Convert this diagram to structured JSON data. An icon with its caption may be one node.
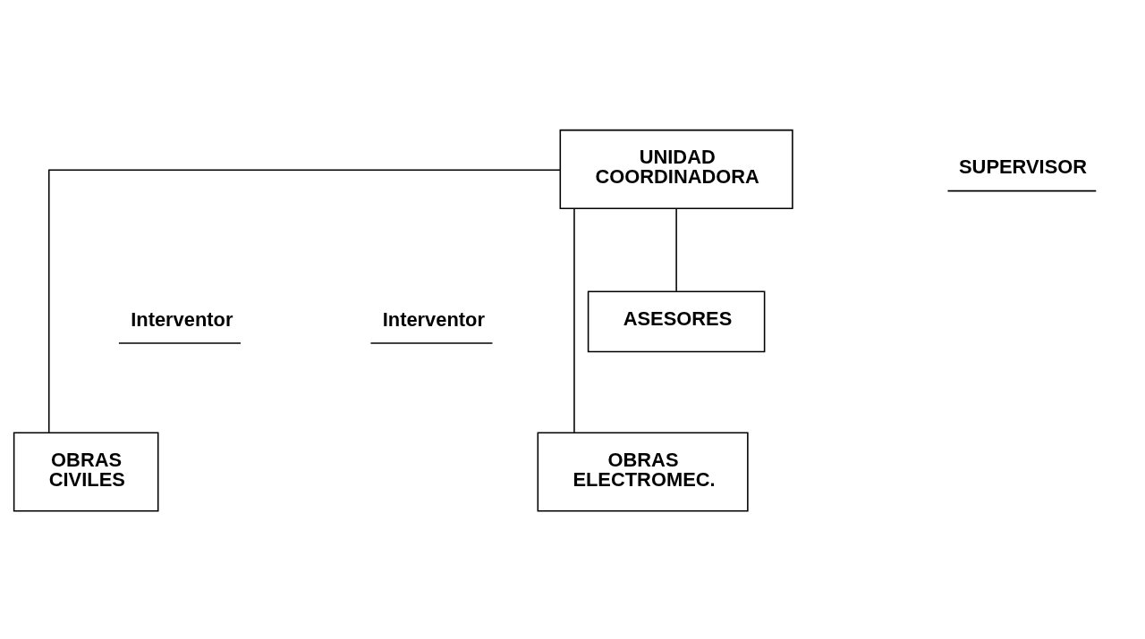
{
  "diagram": {
    "nodes": [
      {
        "text": [
          "UNIDAD COORDINADORA"
        ]
      },
      {
        "text": [
          "ASESORES"
        ]
      },
      {
        "text": [
          "OBRAS CIVILES"
        ]
      },
      {
        "text": [
          "OBRAS ELECTROMEC."
        ]
      }
    ],
    "edges": [
      {
        "from": 0,
        "to": 1,
        "arrow": "none"
      },
      {
        "from": 0,
        "to": 2,
        "arrow": "none"
      },
      {
        "from": 0,
        "to": 3,
        "arrow": "none"
      }
    ],
    "labels": [
      "SUPERVISOR",
      "Interventor",
      "Interventor"
    ]
  }
}
